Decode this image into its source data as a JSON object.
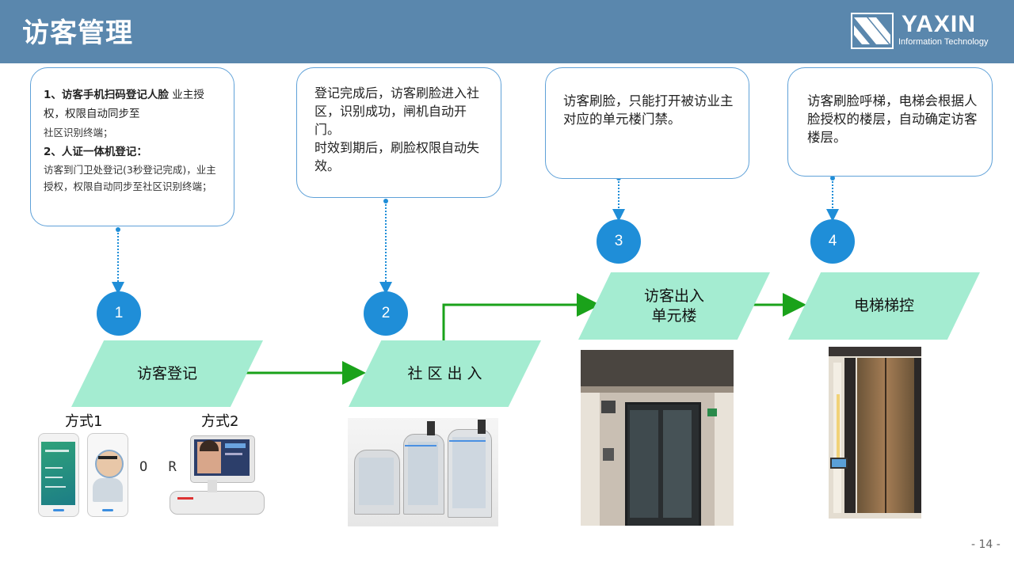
{
  "header": {
    "title": "访客管理",
    "brand": "YAXIN",
    "brand_sub": "Information Technology"
  },
  "notes": {
    "n1": {
      "line1_bold": "1、访客手机扫码登记人脸",
      "line1_rest": "业主授权，权限自动同步至",
      "line2": "社区识别终端；",
      "line3_bold": "2、人证一体机登记：",
      "line4": "访客到门卫处登记(3秒登记完成)，业主授权，权限自动同步至社区识别终端；"
    },
    "n2": {
      "text1": "登记完成后，访客刷脸进入社区，识别成功，闸机自动开门。",
      "text2": "时效到期后，刷脸权限自动失效。"
    },
    "n3": {
      "text": "访客刷脸，只能打开被访业主对应的单元楼门禁。"
    },
    "n4": {
      "text": "访客刷脸呼梯，电梯会根据人脸授权的楼层，自动确定访客楼层。"
    }
  },
  "steps": [
    {
      "number": "1",
      "label": "访客登记"
    },
    {
      "number": "2",
      "label": "社 区 出 入"
    },
    {
      "number": "3",
      "label_line1": "访客出入",
      "label_line2": "单元楼"
    },
    {
      "number": "4",
      "label": "电梯梯控"
    }
  ],
  "ways": {
    "way1": "方式1",
    "way2": "方式2",
    "or": "O R"
  },
  "page_number": "- 14 -",
  "colors": {
    "header": "#5a87ad",
    "accent_blue": "#1f8ed8",
    "step_fill": "#a4ecd1",
    "arrow_green": "#1aa21a",
    "note_border": "#5fa1d8"
  }
}
